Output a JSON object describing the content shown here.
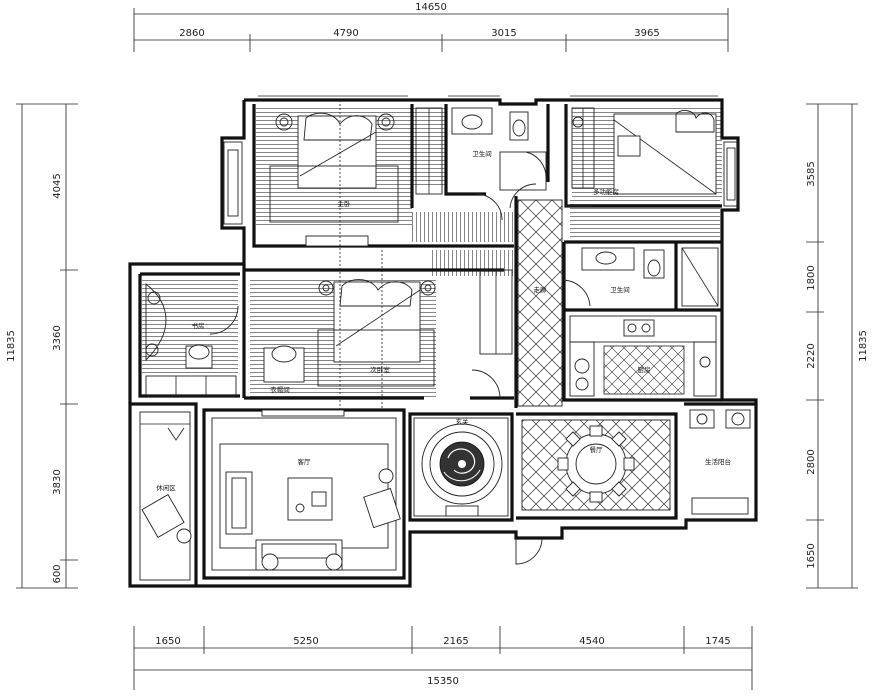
{
  "dimensions": {
    "top_total": "14650",
    "top_segments": [
      "2860",
      "4790",
      "3015",
      "3965"
    ],
    "left_total": "11835",
    "left_segments": [
      "4045",
      "3360",
      "3830",
      "600"
    ],
    "right_total": "11835",
    "right_segments": [
      "3585",
      "1800",
      "2220",
      "2800",
      "1650"
    ],
    "bottom_segments": [
      "1650",
      "5250",
      "2165",
      "4540",
      "1745"
    ],
    "bottom_total": "15350"
  },
  "rooms": {
    "master_bedroom": "主卧",
    "bathroom_top": "卫生间",
    "kids_bedroom": "多功能房",
    "study": "书房",
    "second_bedroom": "次卧室",
    "corridor": "走廊",
    "bathroom_middle": "卫生间",
    "kitchen": "厨房",
    "leisure_balcony": "休闲区",
    "living_room": "客厅",
    "foyer": "玄关",
    "dining_room": "餐厅",
    "service_balcony": "生活阳台",
    "cloakroom": "衣帽间"
  }
}
